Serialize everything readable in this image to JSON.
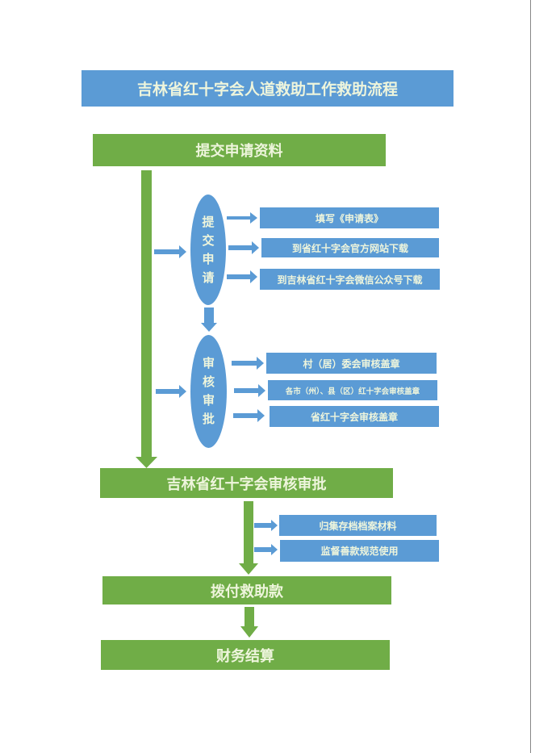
{
  "title": "吉林省红十字会人道救助工作救助流程",
  "steps": [
    "提交申请资料",
    "吉林省红十字会审核审批",
    "拨付救助款",
    "财务结算"
  ],
  "apply": {
    "label_chars": [
      "提",
      "交",
      "申",
      "请"
    ],
    "items": [
      "填写《申请表》",
      "到省红十字会官方网站下载",
      "到吉林省红十字会微信公众号下载"
    ]
  },
  "review": {
    "label_chars": [
      "审",
      "核",
      "审",
      "批"
    ],
    "items": [
      "村（居）委会审核盖章",
      "各市（州）、县（区）红十字会审核盖章",
      "省红十字会审核盖章"
    ]
  },
  "province_items": [
    "归集存档档案材料",
    "监督善款规范使用"
  ],
  "colors": {
    "blue": "#5b9bd5",
    "green": "#70ad47"
  }
}
